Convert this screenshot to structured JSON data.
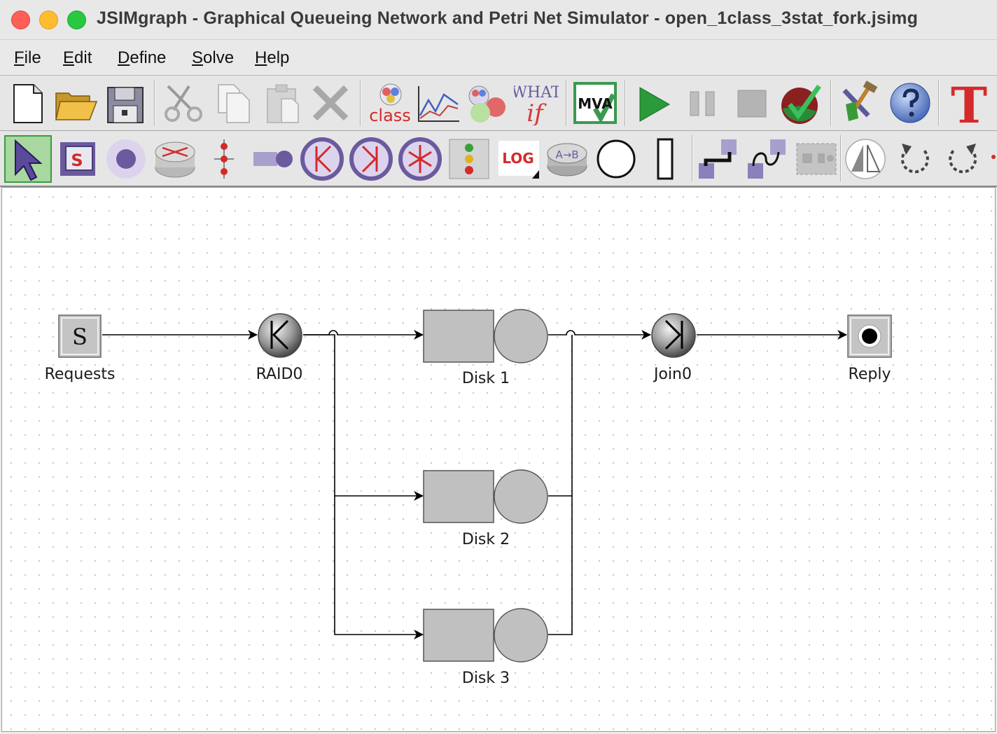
{
  "window": {
    "title": "JSIMgraph - Graphical Queueing Network and Petri Net Simulator - open_1class_3stat_fork.jsimg"
  },
  "menu": [
    {
      "mnemonic": "F",
      "rest": "ile"
    },
    {
      "mnemonic": "E",
      "rest": "dit"
    },
    {
      "mnemonic": "D",
      "rest": "efine"
    },
    {
      "mnemonic": "S",
      "rest": "olve"
    },
    {
      "mnemonic": "H",
      "rest": "elp"
    }
  ],
  "toolbar_icons": {
    "class_label": "class",
    "what_if_top": "WHAT",
    "what_if_bottom": "if",
    "mva_label": "MVA",
    "source_label": "S",
    "log_label": "LOG",
    "ab_label": "A→B",
    "text_tool_label": "T"
  },
  "colors": {
    "accent_purple": "#6b5a9e",
    "station_gray": "#c0c0c0",
    "selected_green": "#a8d8a0",
    "red": "#d42a2a"
  },
  "network": {
    "source": {
      "label": "Requests",
      "glyph": "S"
    },
    "fork": {
      "label": "RAID0"
    },
    "queues": [
      {
        "label": "Disk 1"
      },
      {
        "label": "Disk 2"
      },
      {
        "label": "Disk 3"
      }
    ],
    "join": {
      "label": "Join0"
    },
    "sink": {
      "label": "Reply"
    }
  }
}
